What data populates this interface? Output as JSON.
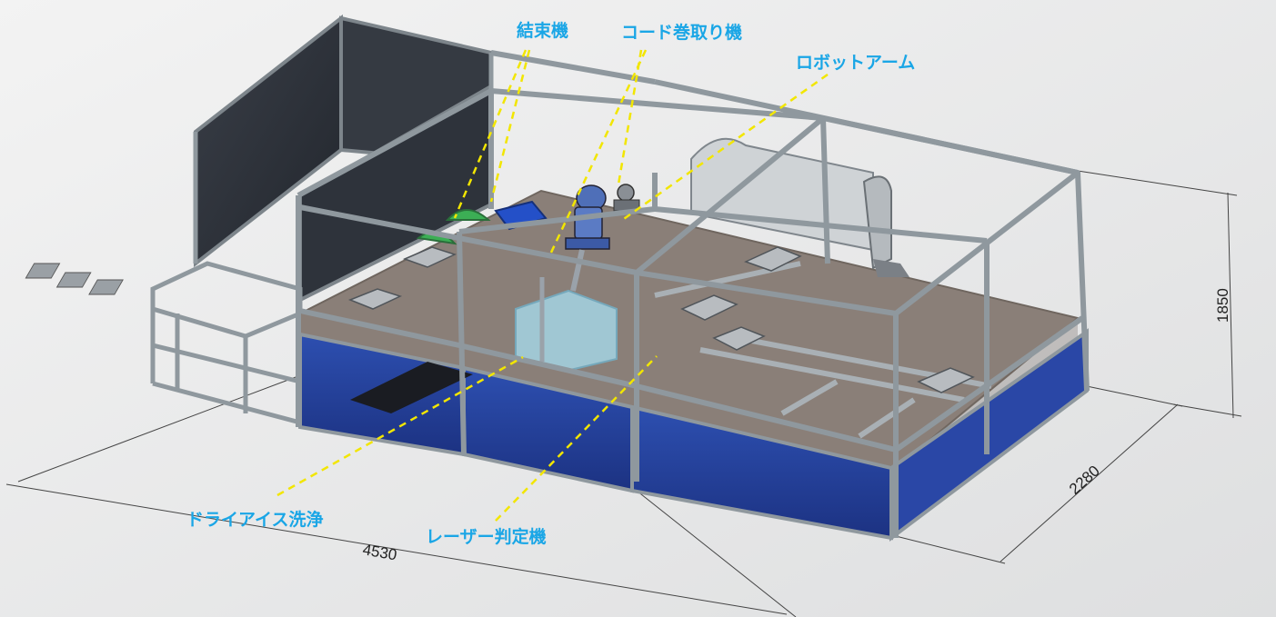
{
  "labels": {
    "bundling_machine": "結束機",
    "cord_winder": "コード巻取り機",
    "robot_arm": "ロボットアーム",
    "dry_ice_cleaning": "ドライアイス洗浄",
    "laser_inspection": "レーザー判定機"
  },
  "dimensions": {
    "length": "4530",
    "depth": "2280",
    "height": "1850"
  },
  "colors": {
    "label": "#1aa6e6",
    "leader": "#f2e600",
    "panel_blue": "#24409a",
    "frame": "#8f989e",
    "deck": "#8a7f78"
  }
}
